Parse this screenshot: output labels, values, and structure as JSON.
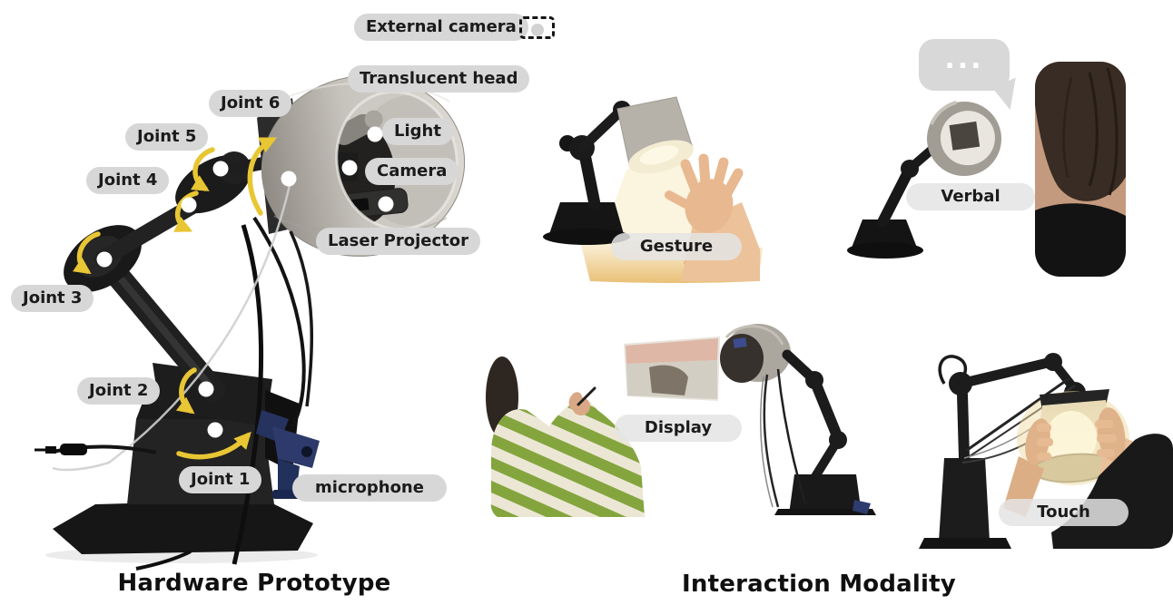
{
  "left_panel": {
    "caption": "Hardware Prototype",
    "labels": {
      "external_camera": "External camera",
      "translucent_head": "Translucent head",
      "joint_6": "Joint 6",
      "joint_5": "Joint 5",
      "joint_4": "Joint 4",
      "joint_3": "Joint 3",
      "joint_2": "Joint 2",
      "joint_1": "Joint 1",
      "light": "Light",
      "camera": "Camera",
      "laser_projector": "Laser Projector",
      "microphone": "microphone"
    }
  },
  "right_panel": {
    "caption": "Interaction Modality",
    "modalities": {
      "gesture": "Gesture",
      "verbal": "Verbal",
      "display": "Display",
      "touch": "Touch"
    },
    "speech_bubble_text": "..."
  },
  "icons": {
    "external_camera_icon": "dashed selection box with gray dot",
    "joint_marker": "white dot",
    "rotation_arrow": "yellow curved arrow"
  },
  "colors": {
    "label_pill_bg": "#d7d7d7",
    "overlay_pill_bg": "rgba(228,228,228,0.85)",
    "annotation_arrow": "#e8c634",
    "joint_marker": "#ffffff",
    "caption_text": "#101010",
    "speech_bubble_bg": "#d8d8d8",
    "microphone_body": "#2d3a6b"
  }
}
